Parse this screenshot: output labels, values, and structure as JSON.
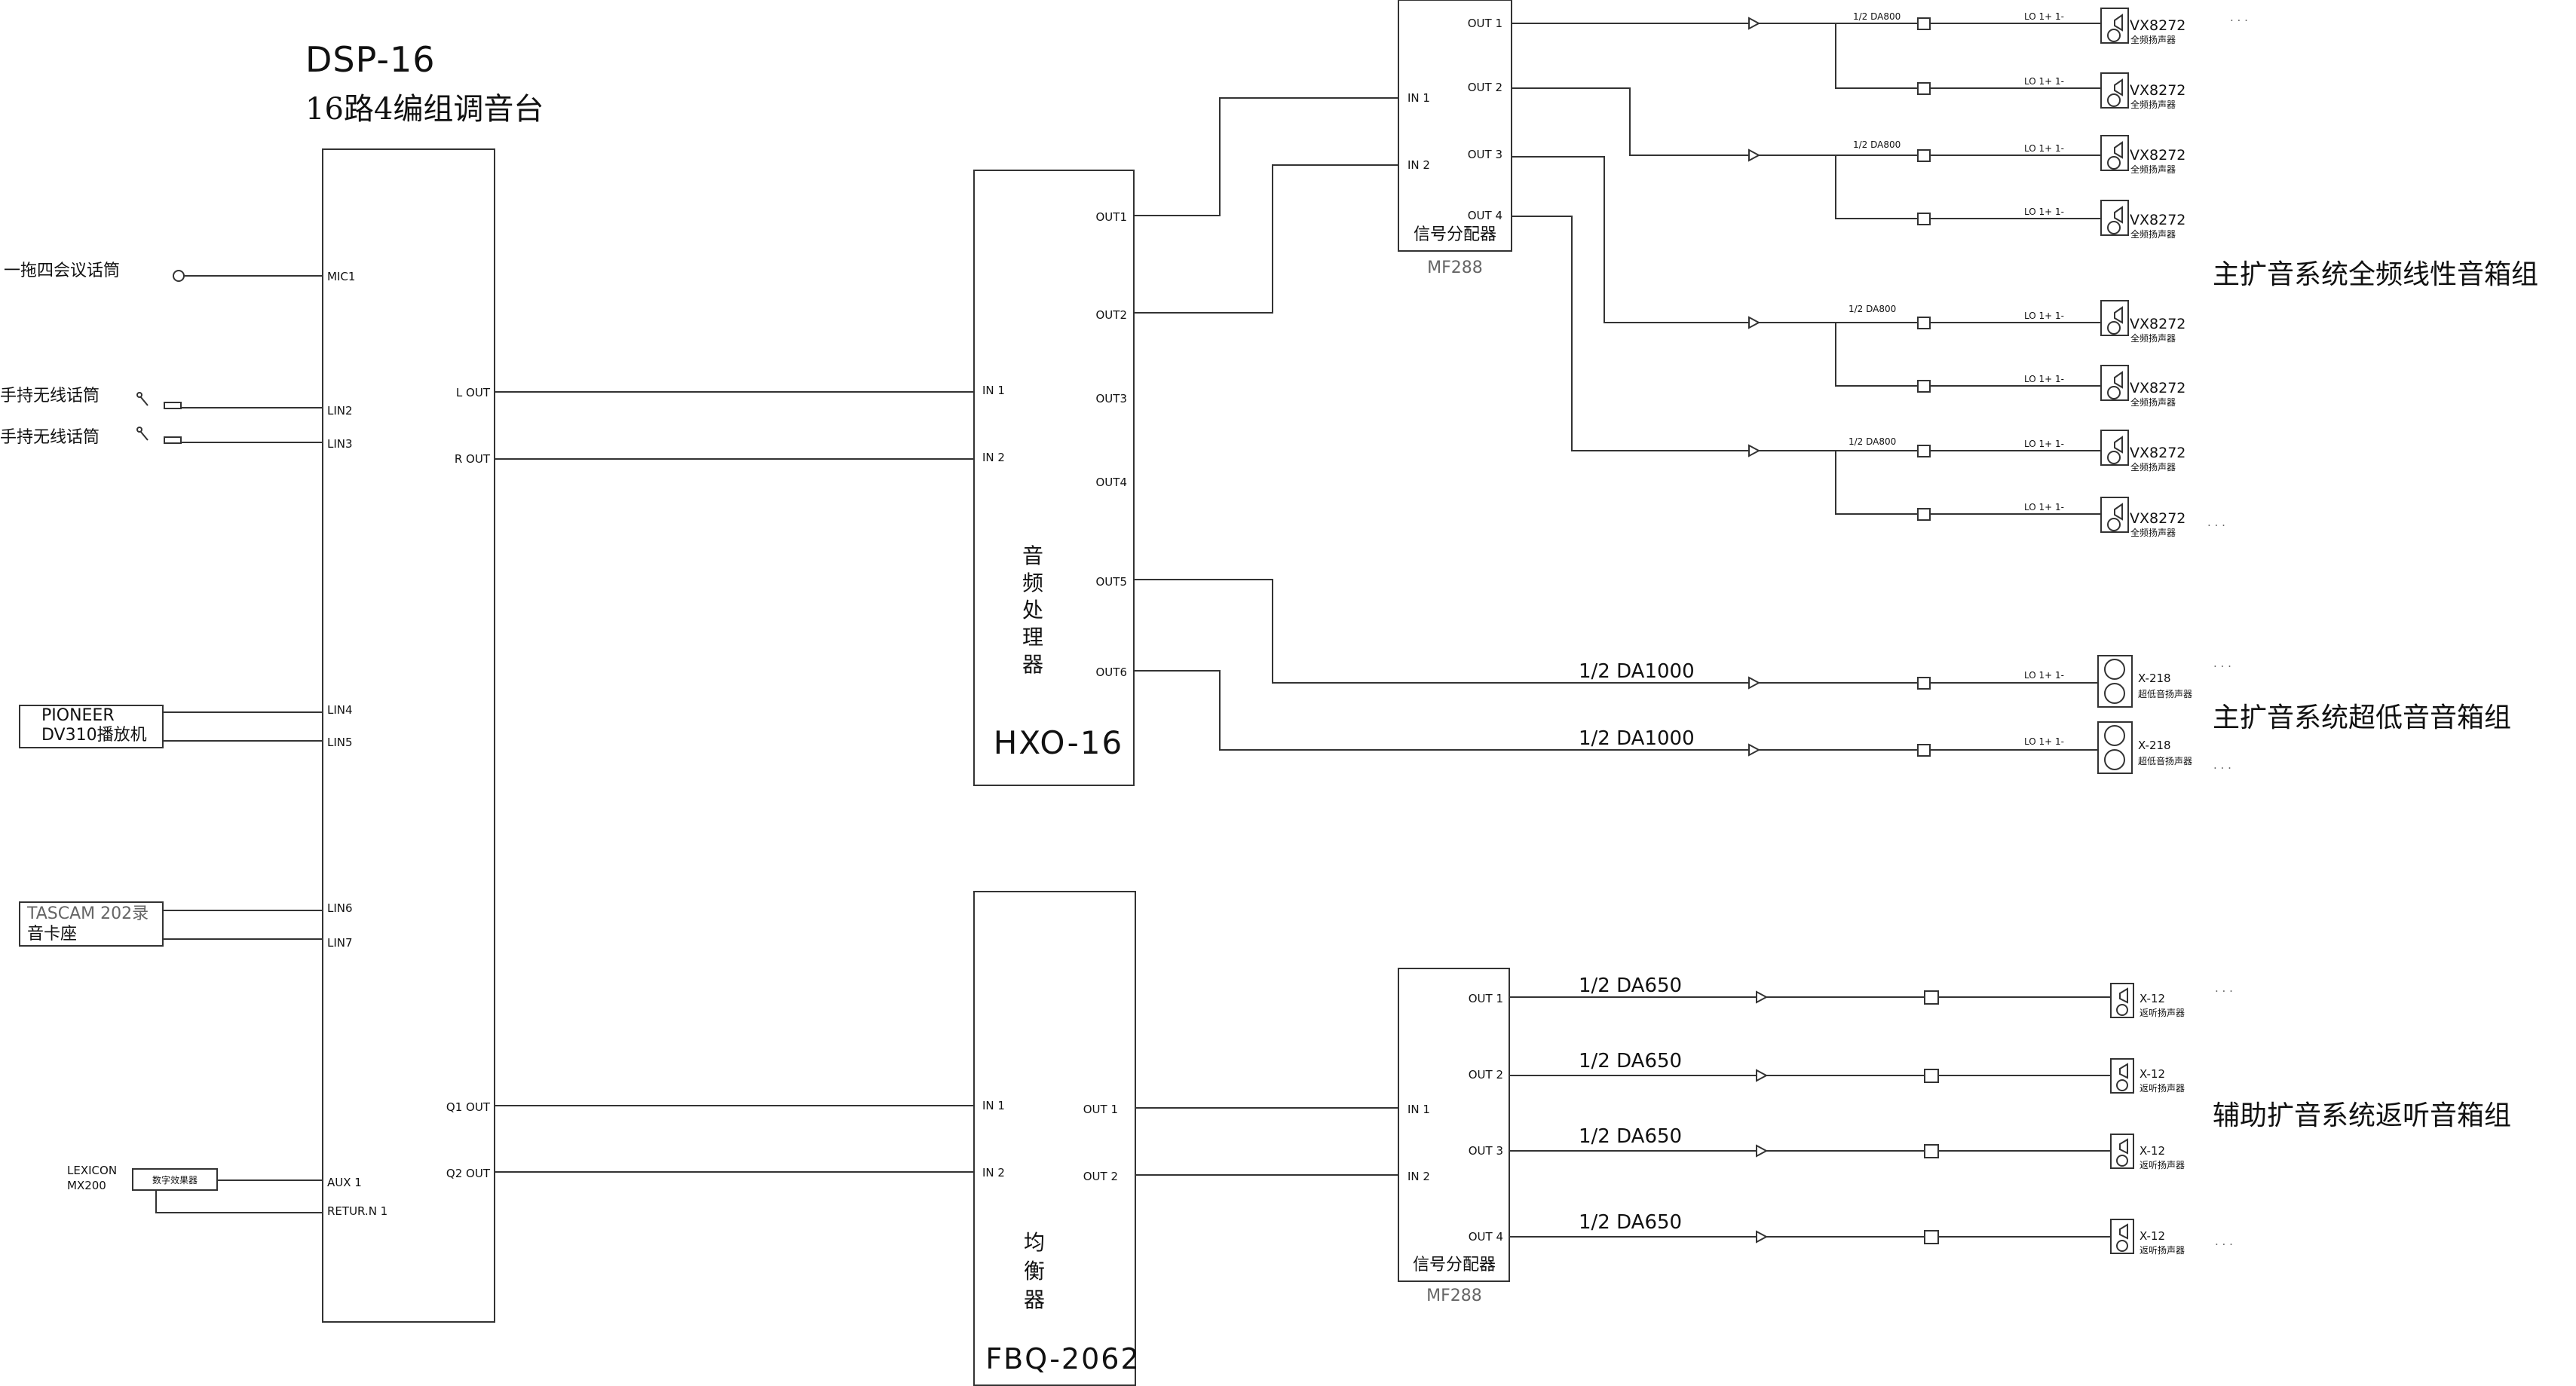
{
  "mixer": {
    "title": "DSP-16",
    "subtitle": "16路4编组调音台",
    "inputs": [
      "MIC1",
      "LIN2",
      "LIN3",
      "LIN4",
      "LIN5",
      "LIN6",
      "LIN7",
      "AUX 1",
      "RETUR.N 1"
    ],
    "outputs": [
      "L OUT",
      "R OUT",
      "Q1 OUT",
      "Q2 OUT"
    ]
  },
  "sources": {
    "mic_conf": "一拖四会议话筒",
    "wireless1": "手持无线话筒",
    "wireless2": "手持无线话筒",
    "dvd_line1": "PIONEER",
    "dvd_line2": "DV310播放机",
    "tascam_line1": "TASCAM 202录",
    "tascam_line2": "音卡座",
    "lexicon_line1": "LEXICON",
    "lexicon_line2": "MX200",
    "effects": "数字效果器"
  },
  "processor": {
    "name": "HXO-16",
    "cn": [
      "音",
      "频",
      "处",
      "理",
      "器"
    ],
    "inputs": [
      "IN 1",
      "IN 2"
    ],
    "outputs": [
      "OUT1",
      "OUT2",
      "OUT3",
      "OUT4",
      "OUT5",
      "OUT6"
    ]
  },
  "equalizer": {
    "name": "FBQ-2062",
    "cn": [
      "均",
      "衡",
      "器"
    ],
    "inputs": [
      "IN 1",
      "IN 2"
    ],
    "outputs": [
      "OUT 1",
      "OUT 2"
    ]
  },
  "splitter_top": {
    "label": "信号分配器",
    "model": "MF288",
    "inputs": [
      "IN 1",
      "IN 2"
    ],
    "outputs": [
      "OUT 1",
      "OUT 2",
      "OUT 3",
      "OUT 4"
    ]
  },
  "splitter_bottom": {
    "label": "信号分配器",
    "model": "MF288",
    "inputs": [
      "IN 1",
      "IN 2"
    ],
    "outputs": [
      "OUT 1",
      "OUT 2",
      "OUT 3",
      "OUT 4"
    ]
  },
  "amps": {
    "main": "1/2 DA800",
    "sub": "1/2 DA1000",
    "monitor": "1/2 DA650"
  },
  "connector_label": "LO 1+ 1-",
  "speakers": {
    "main_model": "VX8272",
    "main_desc": "全频扬声器",
    "sub_model": "X-218",
    "sub_desc": "超低音扬声器",
    "monitor_model": "X-12",
    "monitor_desc": "返听扬声器"
  },
  "groups": {
    "main": "主扩音系统全频线性音箱组",
    "sub": "主扩音系统超低音音箱组",
    "monitor": "辅助扩音系统返听音箱组"
  },
  "ellipsis": ". . ."
}
